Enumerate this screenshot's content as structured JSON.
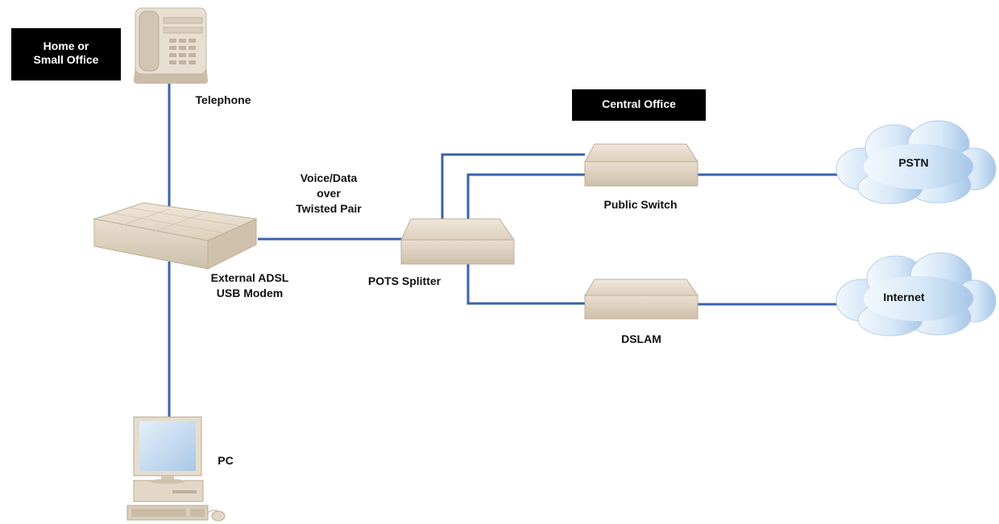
{
  "diagram": {
    "colors": {
      "wire": "#3a62ad",
      "device_body": "#e7ddcf",
      "device_shadow": "#c9bba6",
      "label_box_bg": "#000000",
      "cloud_light": "#eaf3fc",
      "cloud_dark": "#a8c8ea"
    },
    "home_label": {
      "line1": "Home or",
      "line2": "Small Office"
    },
    "central_label": "Central Office",
    "telephone": {
      "label": "Telephone",
      "icon": "telephone-icon"
    },
    "modem": {
      "line1": "External ADSL",
      "line2": "USB Modem",
      "icon": "modem-icon"
    },
    "pc": {
      "label": "PC",
      "icon": "computer-icon"
    },
    "link_label": {
      "line1": "Voice/Data",
      "line2": "over",
      "line3": "Twisted Pair"
    },
    "splitter": {
      "label": "POTS Splitter",
      "icon": "splitter-icon"
    },
    "public_switch": {
      "label": "Public Switch",
      "icon": "switch-icon"
    },
    "dslam": {
      "label": "DSLAM",
      "icon": "dslam-icon"
    },
    "pstn": {
      "label": "PSTN",
      "icon": "cloud-icon"
    },
    "internet": {
      "label": "Internet",
      "icon": "cloud-icon"
    }
  }
}
